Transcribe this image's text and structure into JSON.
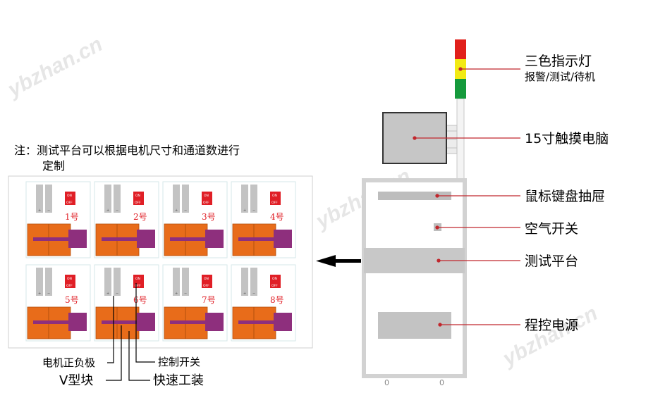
{
  "watermark": "ybzhan.cn",
  "note": {
    "line1": "注：测试平台可以根据电机尺寸和通道数进行",
    "line2": "定制"
  },
  "callouts": {
    "tower_light": "三色指示灯",
    "tower_light_sub": "报警/测试/待机",
    "touch_pc": "15寸触摸电脑",
    "keyboard_drawer": "鼠标键盘抽屉",
    "air_switch": "空气开关",
    "test_platform": "测试平台",
    "power_supply": "程控电源"
  },
  "bottom_labels": {
    "motor_terminals": "电机正负极",
    "control_switch": "控制开关",
    "v_block": "V型块",
    "quick_fixture": "快速工装"
  },
  "stations": [
    "1号",
    "2号",
    "3号",
    "4号",
    "5号",
    "6号",
    "7号",
    "8号"
  ],
  "switch_on": "ON",
  "switch_off": "OFF",
  "terminal_plus": "+",
  "terminal_minus": "−",
  "wheel_mark": "0",
  "colors": {
    "tower_red": "#e1201b",
    "tower_yellow": "#f2ea14",
    "tower_green": "#159a3c",
    "fixture_orange": "#e86c1a",
    "motor_purple": "#8e2f7d",
    "switch_red": "#e01f26",
    "panel_gray": "#c3c3c3"
  }
}
